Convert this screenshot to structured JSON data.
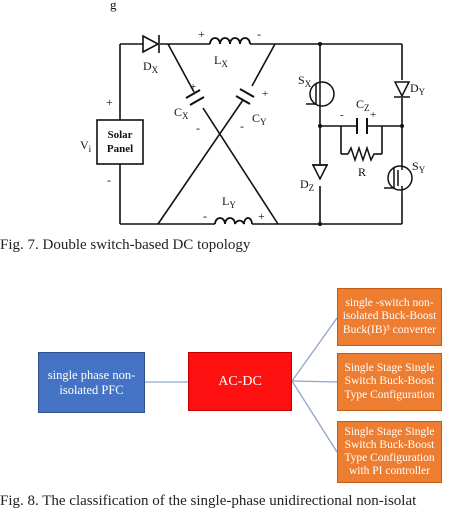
{
  "fig7": {
    "top_text": "g",
    "labels": {
      "dx": "D",
      "dx_sub": "X",
      "lx": "L",
      "lx_sub": "X",
      "cx": "C",
      "cx_sub": "X",
      "cy": "C",
      "cy_sub": "Y",
      "ly": "L",
      "ly_sub": "Y",
      "vi": "V",
      "vi_sub": "i",
      "panel_line1": "Solar",
      "panel_line2": "Panel",
      "sx": "S",
      "sx_sub": "X",
      "dy": "D",
      "dy_sub": "Y",
      "cz": "C",
      "cz_sub": "Z",
      "r": "R",
      "dz": "D",
      "dz_sub": "Z",
      "sy": "S",
      "sy_sub": "Y",
      "plus": "+",
      "minus": "-"
    },
    "caption": "Fig. 7.   Double switch-based DC topology"
  },
  "fig8": {
    "left_box": "single phase non-isolated PFC",
    "center_box": "AC-DC",
    "right_boxes": [
      "single -switch non-isolated Buck-Boost Buck(IB)³ converter",
      "Single Stage Single Switch Buck-Boost Type Configuration",
      "Single Stage Single Switch Buck-Boost Type Configuration with PI controller"
    ],
    "caption": "Fig. 8.   The classification of the single-phase unidirectional non-isolat"
  },
  "colors": {
    "blue": "#4472c4",
    "red": "#ff1010",
    "orange": "#ed7d31",
    "line": "#111111"
  }
}
